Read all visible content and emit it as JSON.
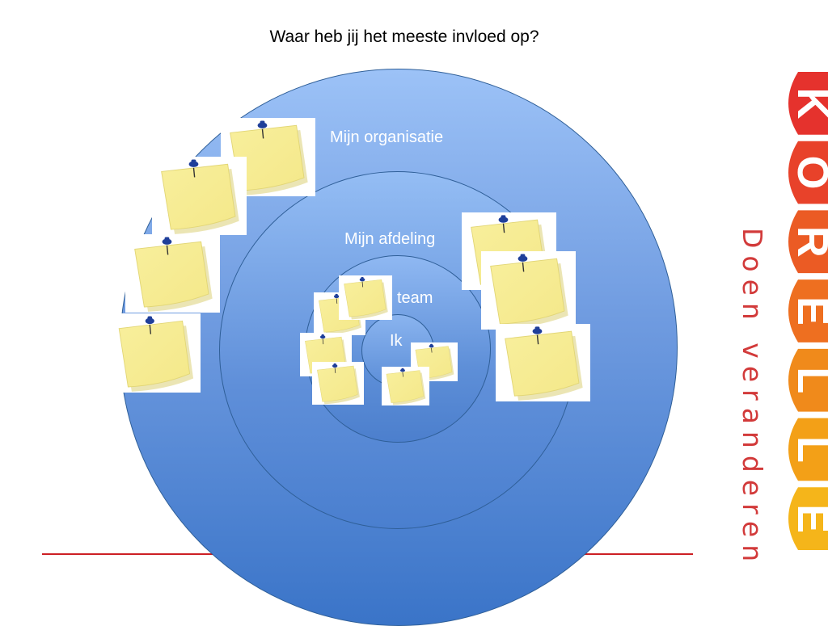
{
  "title": "Waar heb jij het meeste invloed op?",
  "circles": [
    {
      "label": "Mijn organisatie"
    },
    {
      "label": "Mijn afdeling"
    },
    {
      "label": "team"
    },
    {
      "label": "Ik"
    }
  ],
  "brand": {
    "tagline": "Doen veranderen",
    "logo_letters": [
      "K",
      "O",
      "R",
      "E",
      "L",
      "L",
      "E"
    ],
    "colors": [
      "#e5322d",
      "#e8422a",
      "#eb5b24",
      "#ee6f20",
      "#f08a1b",
      "#f3a017",
      "#f5b51a"
    ]
  },
  "colors": {
    "accent_line": "#cc1f24",
    "note_yellow": "#f4e88a",
    "pin_blue": "#1f3f9a"
  },
  "icons": [
    "sticky-note-icon",
    "push-pin-icon"
  ]
}
